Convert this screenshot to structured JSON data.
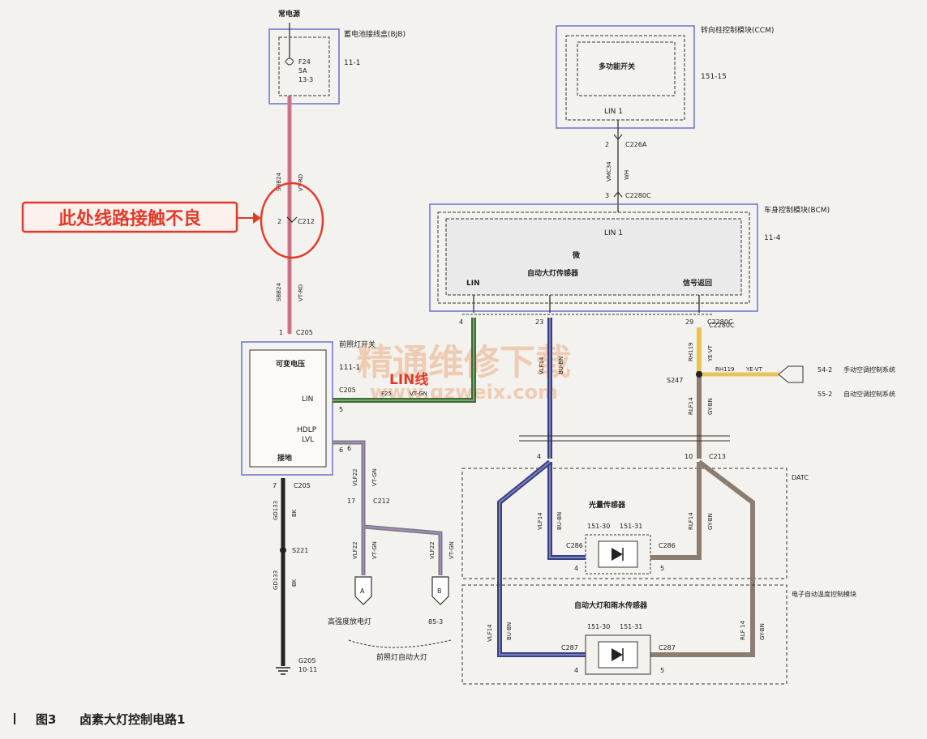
{
  "figure": {
    "caption_num": "图3",
    "caption_text": "卤素大灯控制电路1"
  },
  "annotation": {
    "text": "此处线路接触不良",
    "lin_label": "LIN线"
  },
  "watermark": {
    "line1": "精通维修下载",
    "line2": "www.gzweix.com"
  },
  "power": {
    "label": "常电源",
    "fuse_box_title": "蓄电池接线盒(BJB)",
    "fuse_box_ref": "11-1",
    "fuse_name": "F24",
    "fuse_rating": "5A",
    "fuse_ref": "13-3"
  },
  "wires": {
    "sbb24": "SBB24",
    "vt_rd": "VT-RD",
    "c212": "C212",
    "c212_pin": "2",
    "vmc34": "VMC34",
    "wh": "WH",
    "gd133": "GD133",
    "bk": "BK",
    "vlf22": "VLF22",
    "vt_gn": "VT-GN",
    "vlf14": "VLF14",
    "bu_bn": "BU-BN",
    "rh119": "RH119",
    "ye_vt": "YE-VT",
    "rlf14": "RLF14",
    "gy_bn": "GY-BN",
    "rlf14_spaced": "RLF 14"
  },
  "ccm": {
    "title": "转向柱控制模块(CCM)",
    "ref": "151-15",
    "inner_label": "多功能开关",
    "lin_label": "LIN 1",
    "conn": "C226A",
    "pin": "2"
  },
  "bcm": {
    "title": "车身控制模块(BCM)",
    "ref": "11-4",
    "conn_top": "C2280C",
    "pin_top": "3",
    "lin_label": "LIN 1",
    "micro": "微",
    "sensor": "自动大灯传感器",
    "lin": "LIN",
    "signal_return": "信号返回",
    "pin_lin": "4",
    "pin_sensor": "23",
    "pin_return": "29",
    "conn_bottom": "C2280C"
  },
  "headlamp_switch": {
    "title": "前照灯开关",
    "ref": "111-1",
    "conn_top": "C205",
    "pin_top": "1",
    "variable_voltage": "可变电压",
    "lin": "LIN",
    "lin_conn": "C205",
    "pin_lin": "5",
    "hdlp_lvl_1": "HDLP",
    "hdlp_lvl_2": "LVL",
    "pin_hdlp": "6",
    "ground": "接地",
    "conn_bottom": "C205",
    "pin_bottom": "7",
    "lin_wire": "F25",
    "lin_wire_color": "VT-GN"
  },
  "ground": {
    "splice": "S221",
    "ground_name": "G205",
    "ground_ref": "10-11"
  },
  "level": {
    "pin": "17",
    "conn": "C212",
    "a": "A",
    "b": "B",
    "a_label": "高强度放电灯",
    "b_label": "85-3",
    "bottom_label": "前照灯自动大灯"
  },
  "splice": {
    "name": "S247",
    "branch_wire": "RH119",
    "branch_color": "YE-VT",
    "manual_ref": "54-2",
    "manual": "手动空调控制系统",
    "auto_ref": "55-2",
    "auto": "自动空调控制系统"
  },
  "datc": {
    "label": "DATC",
    "conn": "C213",
    "pin_left": "4",
    "pin_right": "10",
    "light_sensor": "光量传感器",
    "ref1": "151-30",
    "ref2": "151-31",
    "c286": "C286",
    "pin4": "4",
    "pin5": "5"
  },
  "eatc": {
    "label": "电子自动温度控制模块",
    "sensor": "自动大灯和雨水传感器",
    "ref1": "151-30",
    "ref2": "151-31",
    "c287": "C287",
    "pin4": "4",
    "pin5": "5"
  }
}
